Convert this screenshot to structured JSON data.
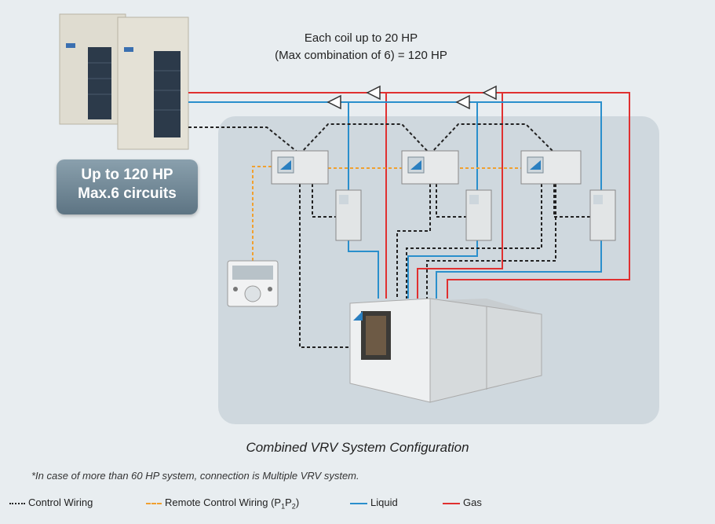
{
  "header": {
    "line1": "Each coil up to 20 HP",
    "line2": "(Max combination of 6) = 120 HP"
  },
  "badge": {
    "line1": "Up to 120 HP",
    "line2": "Max.6 circuits"
  },
  "caption": "Combined  VRV System Configuration",
  "footnote": "*In case of more than 60 HP system, connection is Multiple VRV system.",
  "legend": {
    "control": "Control  Wiring",
    "remote": "Remote Control  Wiring (P",
    "remote_sub1": "1",
    "remote_mid": "P",
    "remote_sub2": "2",
    "remote_end": ")",
    "liquid": "Liquid",
    "gas": "Gas"
  },
  "colors": {
    "gas": "#e03030",
    "liquid": "#2a8fcc",
    "control": "#222222",
    "remote": "#f0a030",
    "panel": "#cfd8de"
  },
  "icons": {
    "outdoor_unit": "outdoor-unit-icon",
    "control_box": "control-box-icon",
    "expansion_valve": "expansion-valve-kit-icon",
    "remote_controller": "remote-controller-icon",
    "ahu": "air-handling-unit-icon",
    "check_valve": "triangle-valve-icon"
  }
}
